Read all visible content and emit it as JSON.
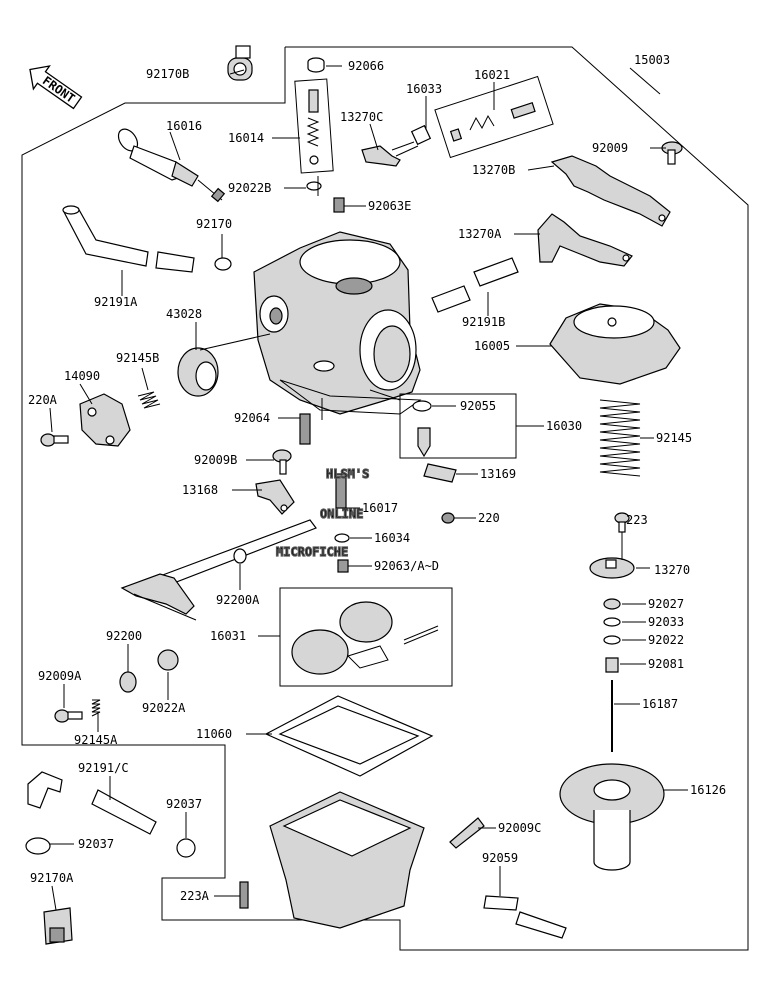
{
  "front_label": "FRONT",
  "watermark": [
    "HLSM'S",
    "ONLINE",
    "MICROFICHE"
  ],
  "parts": [
    {
      "id": "p15003",
      "label": "15003"
    },
    {
      "id": "p92170B",
      "label": "92170B"
    },
    {
      "id": "p92066",
      "label": "92066"
    },
    {
      "id": "p16021",
      "label": "16021"
    },
    {
      "id": "p16033",
      "label": "16033"
    },
    {
      "id": "p16016",
      "label": "16016"
    },
    {
      "id": "p16014",
      "label": "16014"
    },
    {
      "id": "p13270C",
      "label": "13270C"
    },
    {
      "id": "p92009",
      "label": "92009"
    },
    {
      "id": "p13270B",
      "label": "13270B"
    },
    {
      "id": "p92022B",
      "label": "92022B"
    },
    {
      "id": "p92063E",
      "label": "92063E"
    },
    {
      "id": "p92170",
      "label": "92170"
    },
    {
      "id": "p13270A",
      "label": "13270A"
    },
    {
      "id": "p92191A",
      "label": "92191A"
    },
    {
      "id": "p92191B",
      "label": "92191B"
    },
    {
      "id": "p43028",
      "label": "43028"
    },
    {
      "id": "p16005",
      "label": "16005"
    },
    {
      "id": "p92145B",
      "label": "92145B"
    },
    {
      "id": "p14090",
      "label": "14090"
    },
    {
      "id": "p220A",
      "label": "220A"
    },
    {
      "id": "p92064",
      "label": "92064"
    },
    {
      "id": "p92055",
      "label": "92055"
    },
    {
      "id": "p16030",
      "label": "16030"
    },
    {
      "id": "p92145",
      "label": "92145"
    },
    {
      "id": "p92009B",
      "label": "92009B"
    },
    {
      "id": "p13169",
      "label": "13169"
    },
    {
      "id": "p13168",
      "label": "13168"
    },
    {
      "id": "p16017",
      "label": "16017"
    },
    {
      "id": "p220",
      "label": "220"
    },
    {
      "id": "p223",
      "label": "223"
    },
    {
      "id": "p16034",
      "label": "16034"
    },
    {
      "id": "p92063AD",
      "label": "92063/A~D"
    },
    {
      "id": "p13270",
      "label": "13270"
    },
    {
      "id": "p92200A",
      "label": "92200A"
    },
    {
      "id": "p92027",
      "label": "92027"
    },
    {
      "id": "p92033",
      "label": "92033"
    },
    {
      "id": "p16031",
      "label": "16031"
    },
    {
      "id": "p92022",
      "label": "92022"
    },
    {
      "id": "p92200",
      "label": "92200"
    },
    {
      "id": "p92081",
      "label": "92081"
    },
    {
      "id": "p92009A",
      "label": "92009A"
    },
    {
      "id": "p92022A",
      "label": "92022A"
    },
    {
      "id": "p16187",
      "label": "16187"
    },
    {
      "id": "p92145A",
      "label": "92145A"
    },
    {
      "id": "p11060",
      "label": "11060"
    },
    {
      "id": "p92191C",
      "label": "92191/C"
    },
    {
      "id": "p16126",
      "label": "16126"
    },
    {
      "id": "p92037a",
      "label": "92037"
    },
    {
      "id": "p92009C",
      "label": "92009C"
    },
    {
      "id": "p92037b",
      "label": "92037"
    },
    {
      "id": "p92059",
      "label": "92059"
    },
    {
      "id": "p92170A",
      "label": "92170A"
    },
    {
      "id": "p223A",
      "label": "223A"
    }
  ]
}
